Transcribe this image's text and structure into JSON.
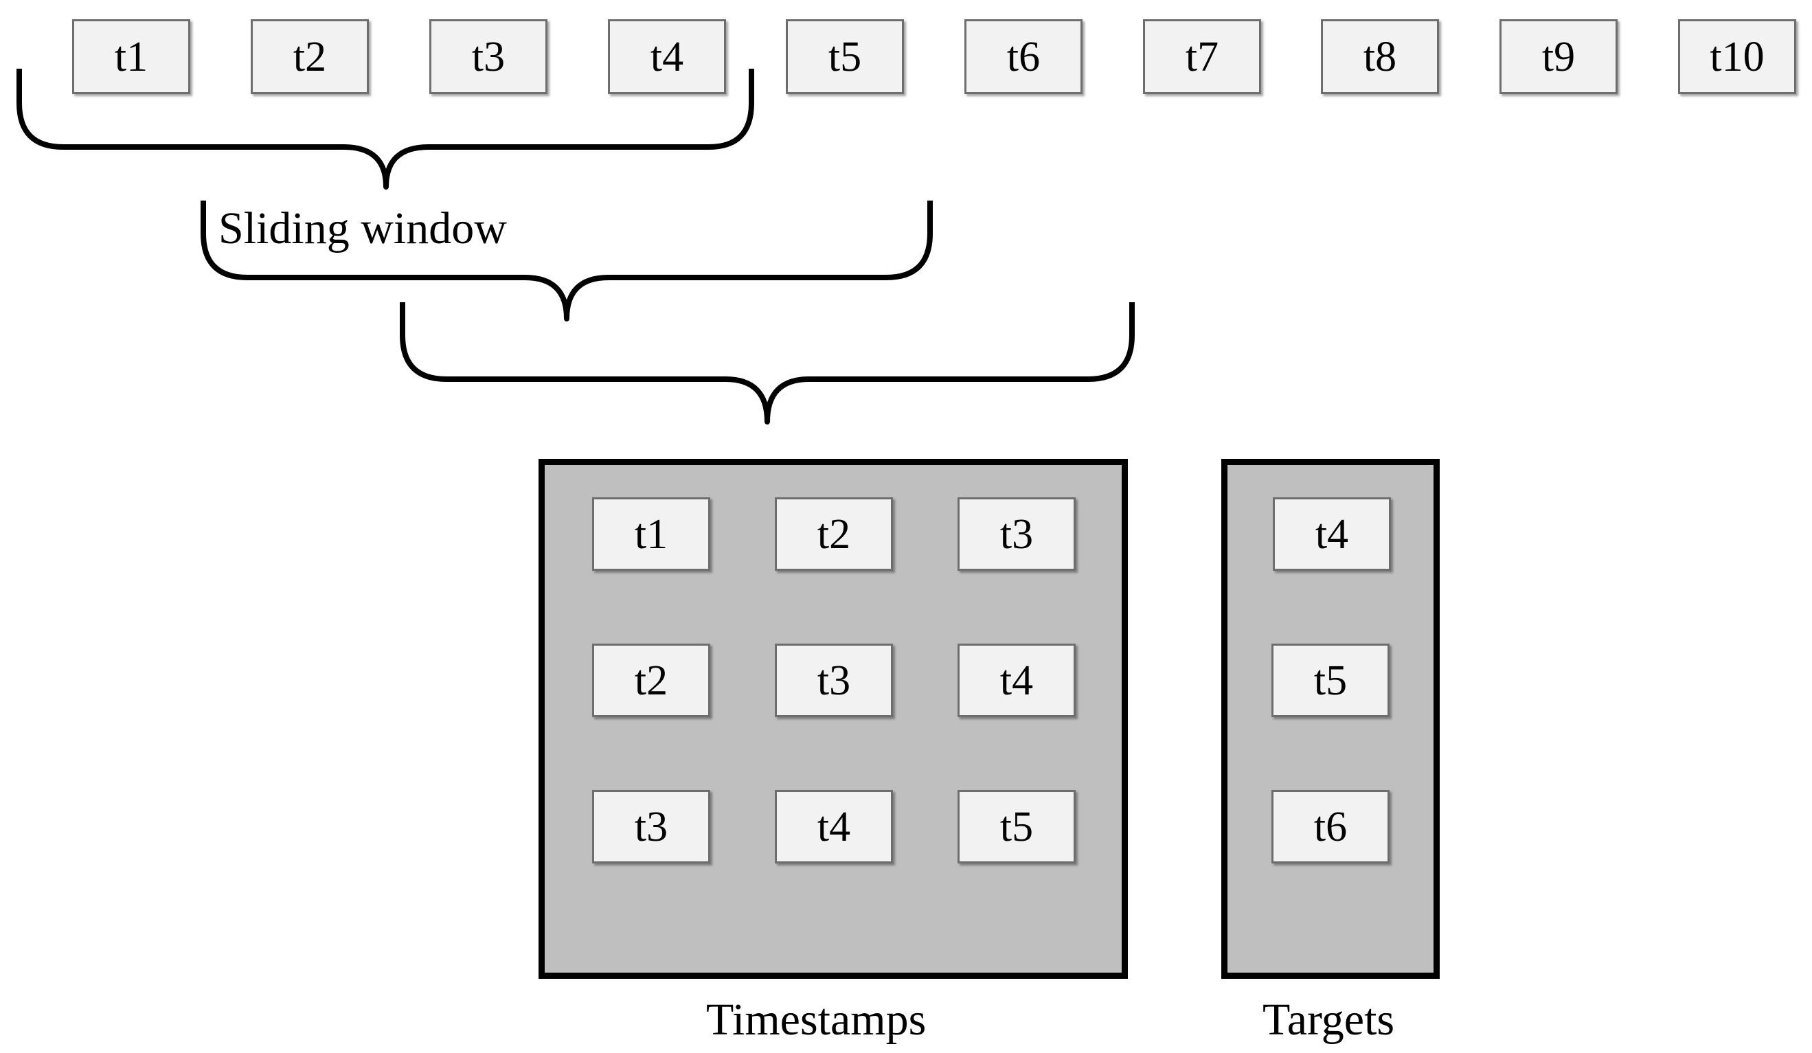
{
  "sequence": [
    "t1",
    "t2",
    "t3",
    "t4",
    "t5",
    "t6",
    "t7",
    "t8",
    "t9",
    "t10"
  ],
  "window_label": "Sliding window",
  "timestamps": {
    "label": "Timestamps",
    "rows": [
      [
        "t1",
        "t2",
        "t3"
      ],
      [
        "t2",
        "t3",
        "t4"
      ],
      [
        "t3",
        "t4",
        "t5"
      ]
    ]
  },
  "targets": {
    "label": "Targets",
    "items": [
      "t4",
      "t5",
      "t6"
    ]
  },
  "colors": {
    "box_fill": "#f2f2f2",
    "box_border": "#6e6e6e",
    "panel_fill": "#bfbfbf",
    "panel_border": "#000000"
  }
}
